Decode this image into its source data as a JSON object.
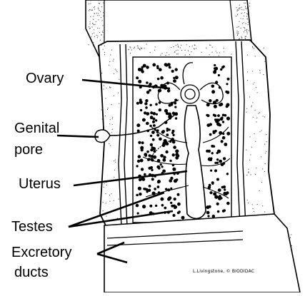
{
  "labels": {
    "ovary": "Ovary",
    "genital_line1": "Genital",
    "genital_line2": "pore",
    "uterus": "Uterus",
    "testes": "Testes",
    "excretory_line1": "Excretory",
    "excretory_line2": "ducts"
  },
  "credit": "L.Livingstone, © BIODIDAC",
  "colors": {
    "ink": "#000000",
    "paper": "#ffffff",
    "stipple": "#444444"
  }
}
